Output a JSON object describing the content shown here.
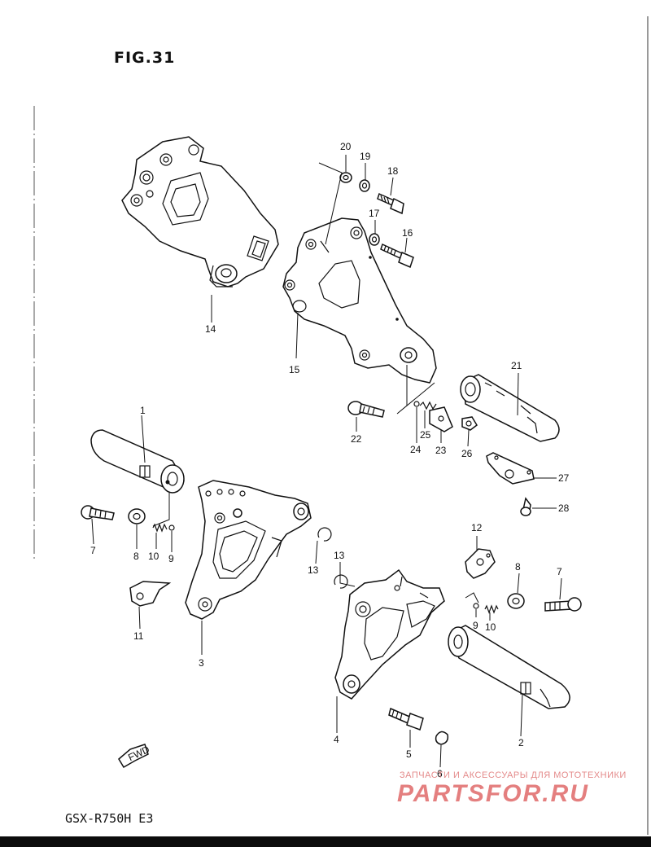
{
  "figure": {
    "title": "FIG.31",
    "model": "GSX-R750H  E3"
  },
  "direction_marker": "FWD",
  "parts": [
    {
      "num": "1"
    },
    {
      "num": "2"
    },
    {
      "num": "3"
    },
    {
      "num": "4"
    },
    {
      "num": "5"
    },
    {
      "num": "6"
    },
    {
      "num": "7"
    },
    {
      "num": "8"
    },
    {
      "num": "9"
    },
    {
      "num": "10"
    },
    {
      "num": "11"
    },
    {
      "num": "12"
    },
    {
      "num": "13"
    },
    {
      "num": "14"
    },
    {
      "num": "15"
    },
    {
      "num": "16"
    },
    {
      "num": "17"
    },
    {
      "num": "18"
    },
    {
      "num": "19"
    },
    {
      "num": "20"
    },
    {
      "num": "21"
    },
    {
      "num": "22"
    },
    {
      "num": "23"
    },
    {
      "num": "24"
    },
    {
      "num": "25"
    },
    {
      "num": "26"
    },
    {
      "num": "27"
    },
    {
      "num": "28"
    },
    {
      "num": "7"
    },
    {
      "num": "8"
    },
    {
      "num": "9"
    },
    {
      "num": "10"
    },
    {
      "num": "13"
    }
  ],
  "watermark": {
    "line1": "ЗАПЧАСТИ И АКСЕССУАРЫ ДЛЯ МОТОТЕХНИКИ",
    "brand": "PARTSFOR.RU"
  }
}
